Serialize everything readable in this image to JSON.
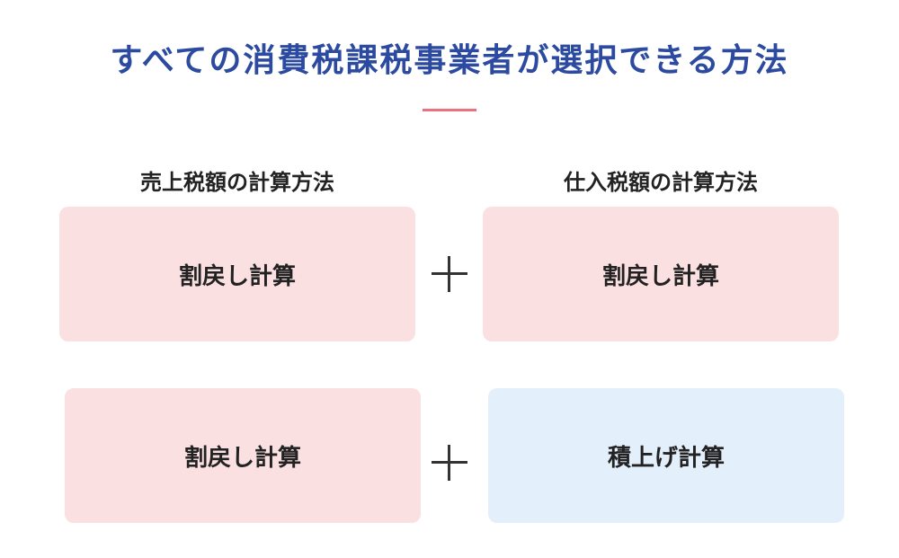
{
  "title": "すべての消費税課税事業者が選択できる方法",
  "columns": {
    "left_header": "売上税額の計算方法",
    "right_header": "仕入税額の計算方法"
  },
  "rows": [
    {
      "left": "割戻し計算",
      "right": "割戻し計算"
    },
    {
      "left": "割戻し計算",
      "right": "積上げ計算"
    }
  ],
  "colors": {
    "title": "#2b4aa0",
    "divider": "#e8737f",
    "pink_box": "#fbe0e2",
    "blue_box": "#e3effb"
  },
  "icons": {
    "plus": "plus-icon"
  }
}
